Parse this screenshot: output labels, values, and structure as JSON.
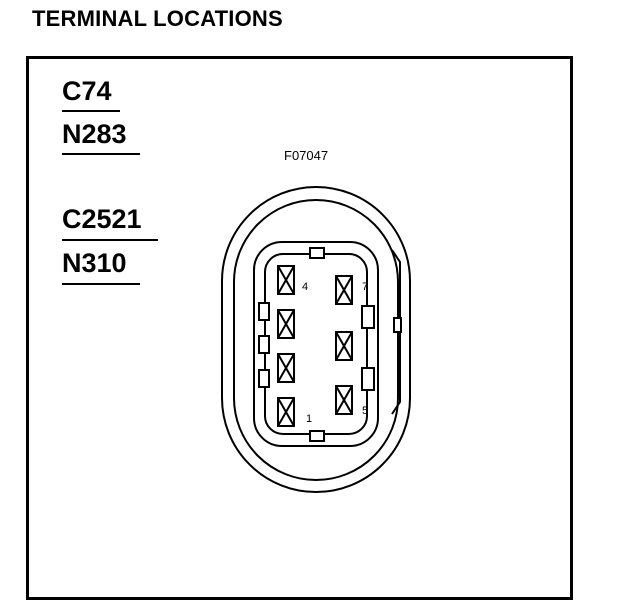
{
  "title": "TERMINAL LOCATIONS",
  "connectors": [
    {
      "connector": "C74",
      "harness": "N283"
    },
    {
      "connector": "C2521",
      "harness": "N310"
    }
  ],
  "figure_id": "F07047",
  "pin_labels": {
    "pin4": "4",
    "pin7": "7",
    "pin1": "1",
    "pin5": "5"
  }
}
